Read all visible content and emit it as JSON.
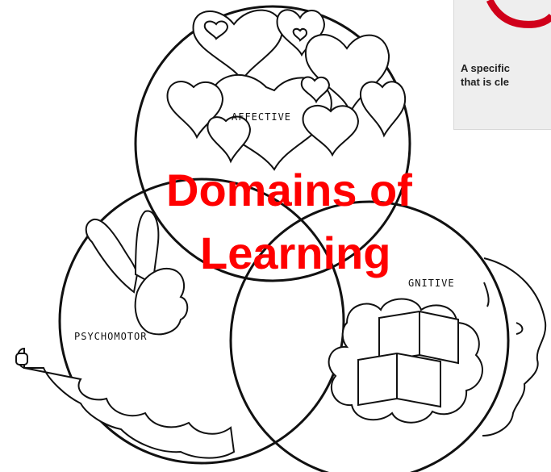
{
  "diagram": {
    "title_line1": "Domains of",
    "title_line2": "Learning",
    "domains": {
      "affective": "AFFECTIVE",
      "psychomotor": "PSYCHOMOTOR",
      "cognitive": "GNITIVE"
    }
  },
  "corner_card": {
    "line1": "A specific",
    "line2": "that is cle"
  },
  "colors": {
    "title": "#ff0000",
    "stroke": "#111111",
    "card_background": "#eeeeee",
    "card_accent": "#d0001a"
  }
}
